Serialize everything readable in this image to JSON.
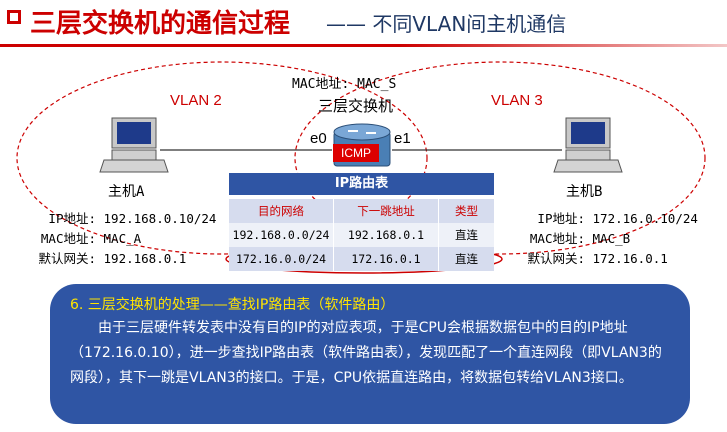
{
  "title": {
    "main": "三层交换机的通信过程",
    "sub": "—— 不同VLAN间主机通信"
  },
  "diagram": {
    "vlan_left": "VLAN 2",
    "vlan_right": "VLAN 3",
    "switch_mac": "MAC地址: MAC_S",
    "switch_name": "三层交换机",
    "e0": "e0",
    "e1": "e1",
    "packet": "ICMP",
    "host_a": {
      "name": "主机A",
      "ip_label": "IP地址:",
      "ip": "192.168.0.10/24",
      "mac_label": "MAC地址:",
      "mac": "MAC_A",
      "gw_label": "默认网关:",
      "gw": "192.168.0.1"
    },
    "host_b": {
      "name": "主机B",
      "ip_label": "IP地址:",
      "ip": "172.16.0.10/24",
      "mac_label": "MAC地址:",
      "mac": "MAC_B",
      "gw_label": "默认网关:",
      "gw": "172.16.0.1"
    }
  },
  "routing_table": {
    "title": "IP路由表",
    "headers": [
      "目的网络",
      "下一跳地址",
      "类型"
    ],
    "rows": [
      [
        "192.168.0.0/24",
        "192.168.0.1",
        "直连"
      ],
      [
        "172.16.0.0/24",
        "172.16.0.1",
        "直连"
      ]
    ]
  },
  "explanation": {
    "heading": "6.   三层交换机的处理——查找IP路由表（软件路由）",
    "body": "由于三层硬件转发表中没有目的IP的对应表项，于是CPU会根据数据包中的目的IP地址（172.16.0.10），进一步查找IP路由表（软件路由表），发现匹配了一个直连网段（即VLAN3的网段），其下一跳是VLAN3的接口。于是，CPU依据直连路由，将数据包转给VLAN3接口。"
  },
  "colors": {
    "title_red": "#cc0000",
    "panel_blue": "#2f55a4",
    "heading_yellow": "#ffe400",
    "highlight_red": "#cc0000"
  }
}
